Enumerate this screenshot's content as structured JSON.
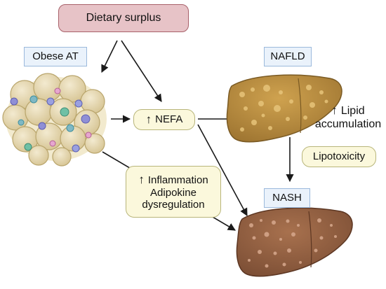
{
  "nodes": {
    "dietary_surplus": "Dietary surplus",
    "obese_at": "Obese AT",
    "nefa_arrow": "↑",
    "nefa": "NEFA",
    "nafld": "NAFLD",
    "lipid_arrow": "↑",
    "lipid_line1": "Lipid",
    "lipid_line2": "accumulation",
    "lipotoxicity": "Lipotoxicity",
    "nash": "NASH",
    "inflammation_arrow": "↑",
    "inflammation": "Inflammation",
    "adipokine_line1": "Adipokine",
    "adipokine_line2": "dysregulation"
  },
  "colors": {
    "arrow": "#1a1a1a",
    "fat_cell": "#e6d9b1",
    "healthy_liver": "#b58b3c",
    "nash_liver": "#8d5d40"
  },
  "icons": [
    "adipose-tissue-cluster-icon",
    "fatty-liver-icon",
    "nash-liver-icon"
  ]
}
